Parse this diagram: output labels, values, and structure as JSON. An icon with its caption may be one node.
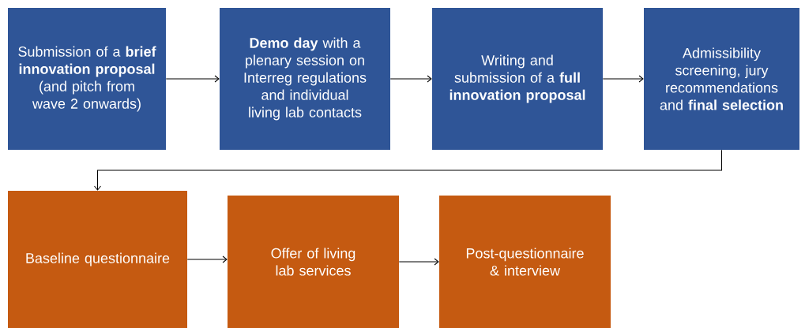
{
  "diagram": {
    "nodes": [
      {
        "text": [
          "Submission of a **brief innovation proposal** (and pitch from wave 2 onwards)"
        ]
      },
      {
        "text": [
          "**Demo day** with a plenary session on Interreg regulations and individual living lab contacts"
        ]
      },
      {
        "text": [
          "Writing and submission of a **full innovation proposal**"
        ]
      },
      {
        "text": [
          "Admissibility screening, jury recommendations and **final selection**"
        ]
      },
      {
        "text": [
          "Baseline questionnaire"
        ]
      },
      {
        "text": [
          "Offer of living lab services"
        ]
      },
      {
        "text": [
          "Post-questionnaire & interview"
        ]
      }
    ],
    "edges": [
      {
        "from": 0,
        "to": 1,
        "arrow": "to"
      },
      {
        "from": 1,
        "to": 2,
        "arrow": "to"
      },
      {
        "from": 2,
        "to": 3,
        "arrow": "to"
      },
      {
        "from": 3,
        "to": 4,
        "arrow": "to"
      },
      {
        "from": 4,
        "to": 5,
        "arrow": "to"
      },
      {
        "from": 5,
        "to": 6,
        "arrow": "to"
      }
    ]
  }
}
